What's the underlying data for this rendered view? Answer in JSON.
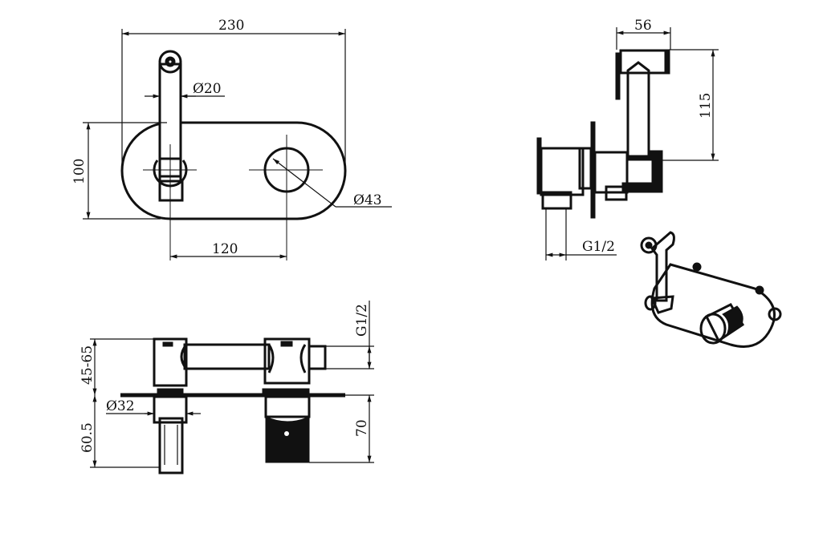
{
  "drawing": {
    "front_view": {
      "width": "230",
      "spout_diameter": "Ø20",
      "height": "100",
      "knob_diameter": "Ø43",
      "center_distance": "120"
    },
    "side_view": {
      "protrusion": "45-65",
      "inlet": "G1/2",
      "flange_diameter": "Ø32",
      "depth_left": "60.5",
      "depth_right": "70"
    },
    "handset_view": {
      "width": "56",
      "height": "115",
      "inlet": "G1/2"
    }
  }
}
